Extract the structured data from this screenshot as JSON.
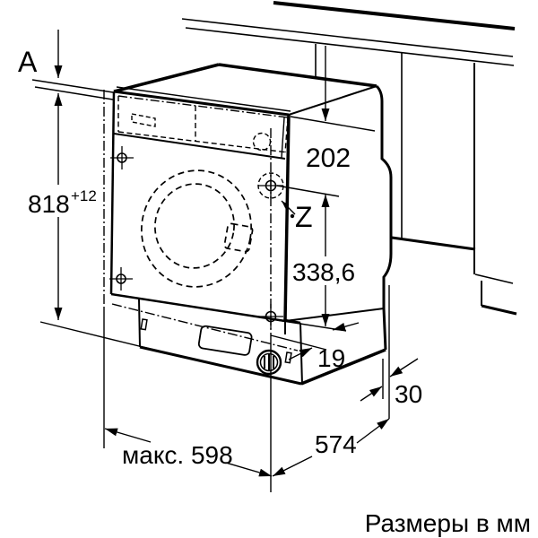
{
  "page": {
    "background": "#ffffff",
    "ink": "#000000"
  },
  "caption": "Размеры в мм",
  "dimensions": {
    "gap_top_label": "A",
    "niche_height": "818",
    "niche_height_tolerance": "+12",
    "top_offset": "202",
    "z_label": "Z",
    "z_distance": "338,6",
    "door_gap": "19",
    "rear_clearance": "30",
    "max_width": "макс. 598",
    "depth": "574"
  }
}
